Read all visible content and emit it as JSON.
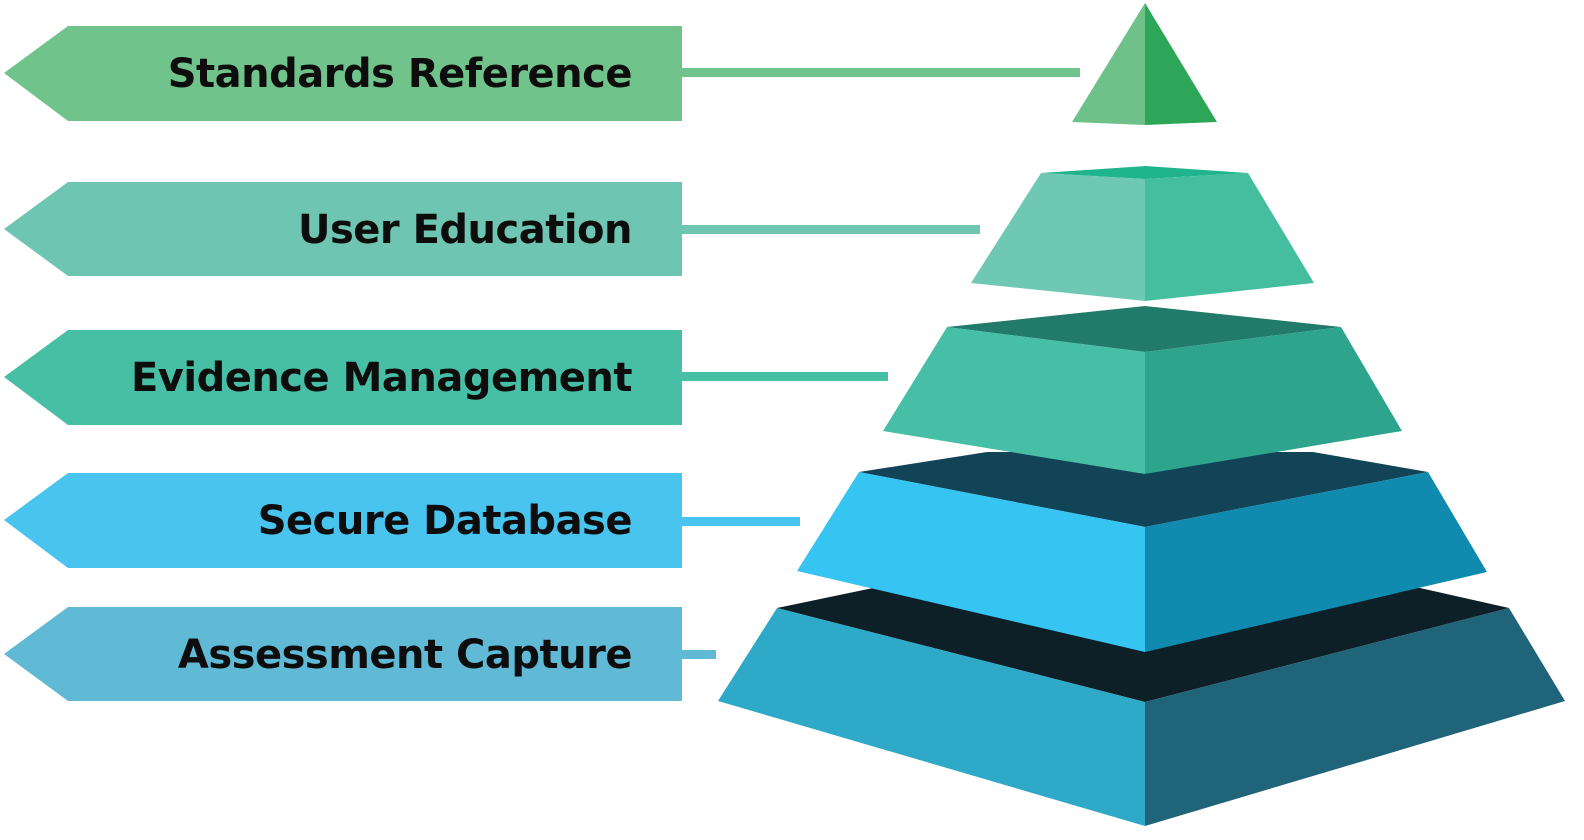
{
  "levels": [
    {
      "label": "Standards Reference",
      "color": "#6fc38b"
    },
    {
      "label": "User Education",
      "color": "#6ec6b2"
    },
    {
      "label": "Evidence Management",
      "color": "#47bfa4"
    },
    {
      "label": "Secure Database",
      "color": "#48c4ef"
    },
    {
      "label": "Assessment Capture",
      "color": "#60bad5"
    }
  ],
  "pyramid": {
    "tier1": {
      "left": "#6ec189",
      "right": "#2ea65a"
    },
    "tier2": {
      "top": "#1fb48e",
      "left": "#6ec8b4",
      "right": "#45bd9f"
    },
    "tier3": {
      "top": "#217a6a",
      "left": "#47bfa7",
      "right": "#2ea48d"
    },
    "tier4": {
      "top": "#114457",
      "left": "#36c4f2",
      "right": "#118aaf"
    },
    "tier5": {
      "top": "#0d1f27",
      "left": "#2ea9c7",
      "right": "#206479"
    }
  }
}
